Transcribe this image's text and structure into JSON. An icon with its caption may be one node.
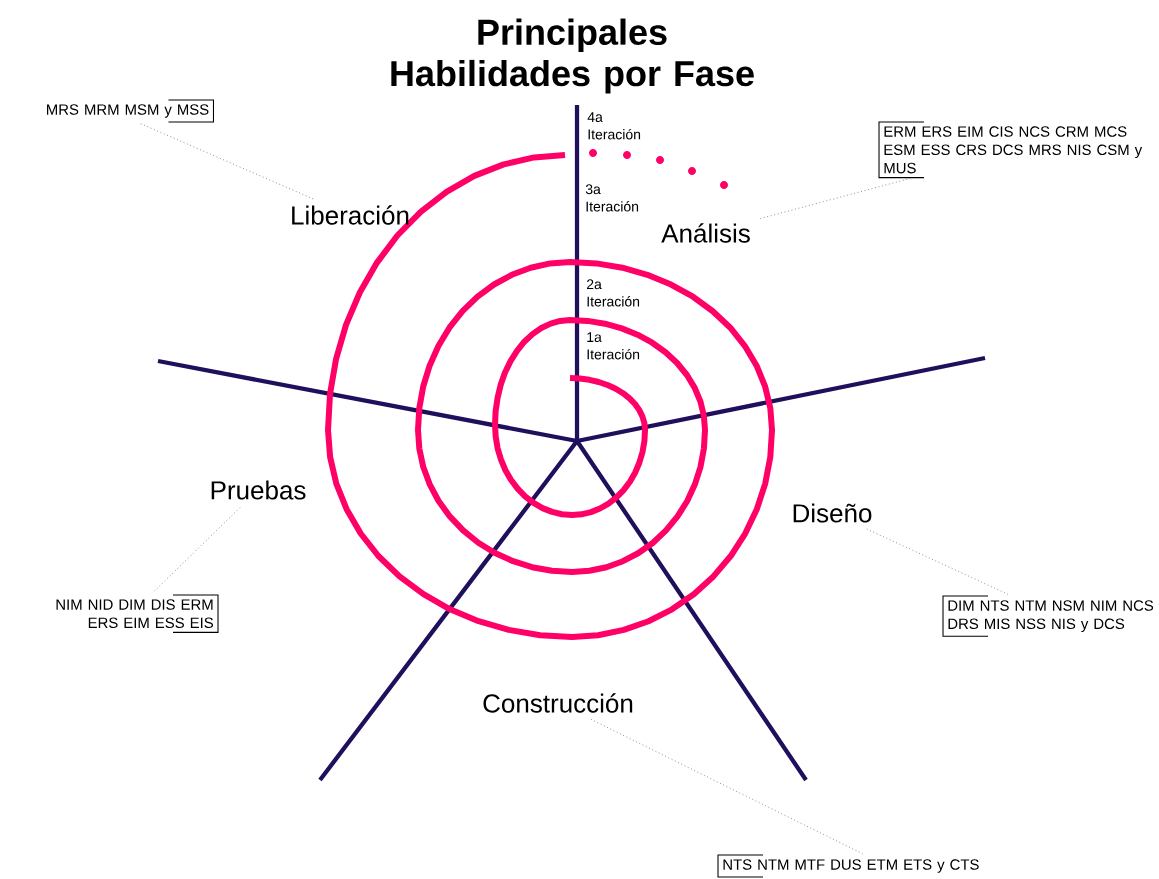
{
  "diagram": {
    "title": "Principales Habilidades por Fase",
    "nodes": [
      {
        "text": [
          "MRS MRM MSM y MSS"
        ]
      },
      {
        "text": [
          "ERM ERS EIM CIS NCS CRM MCS ESM ESS CRS DCS MRS NIS CSM y MUS"
        ]
      },
      {
        "text": [
          "Liberación"
        ]
      },
      {
        "text": [
          "Análisis"
        ]
      },
      {
        "text": [
          "Pruebas"
        ]
      },
      {
        "text": [
          "Diseño"
        ]
      },
      {
        "text": [
          "NIM NID DIM DIS ERM ERS EIM ESS EIS"
        ]
      },
      {
        "text": [
          "DIM NTS NTM NSM NIM NCS DRS MIS NSS NIS y DCS"
        ]
      },
      {
        "text": [
          "Construcción"
        ]
      },
      {
        "text": [
          "NTS NTM MTF DUS ETM ETS y CTS"
        ]
      }
    ],
    "edges": [
      {
        "from": 2,
        "to": 0,
        "arrow": "none"
      },
      {
        "from": 3,
        "to": 1,
        "arrow": "none"
      },
      {
        "from": 4,
        "to": 6,
        "arrow": "none"
      },
      {
        "from": 5,
        "to": 7,
        "arrow": "none"
      },
      {
        "from": 8,
        "to": 9,
        "arrow": "none"
      }
    ],
    "labels": [
      "4a Iteración",
      "3a Iteración",
      "2a Iteración",
      "1a Iteración"
    ]
  }
}
